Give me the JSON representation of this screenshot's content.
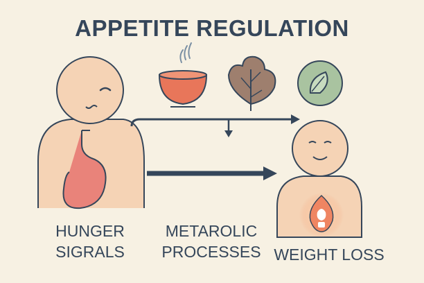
{
  "title": "APPETITE REGULATION",
  "captions": {
    "hunger_line1": "HUNGER",
    "hunger_line2": "SIGRALS",
    "metabolic_line1": "METAROLIC",
    "metabolic_line2": "PROCESSES",
    "weight": "WEIGHT LOSS"
  },
  "colors": {
    "background": "#f7f1e3",
    "ink": "#35465a",
    "skin": "#f5d3b5",
    "stomach": "#e9837a",
    "bowl": "#e8765a",
    "leaf": "#9e7f6e",
    "green_circle": "#a9c3a0",
    "glow": "#f5a77f"
  },
  "icons": [
    "person-hungry",
    "stomach",
    "steam",
    "bowl",
    "leaf",
    "leaf-badge",
    "person-smiling",
    "glowing-core"
  ]
}
